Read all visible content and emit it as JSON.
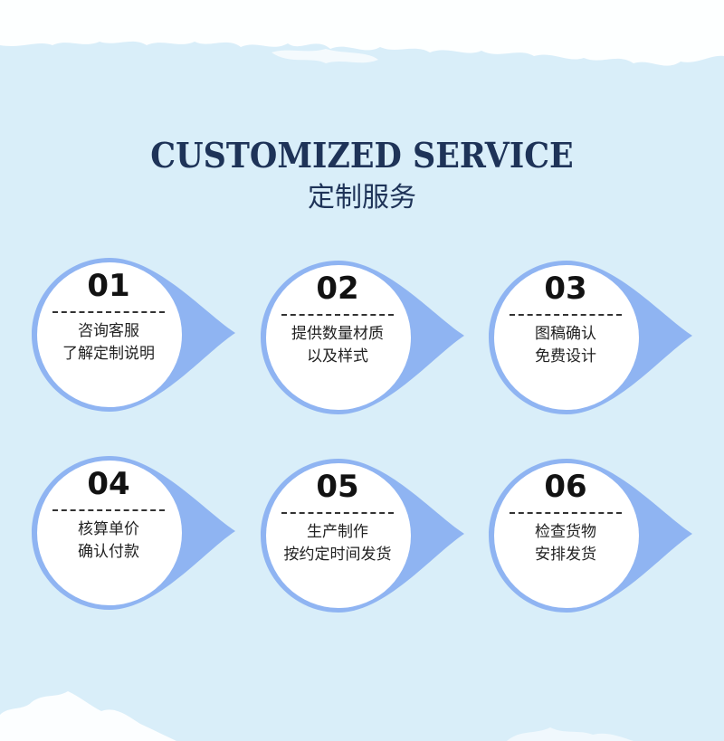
{
  "title_en": "CUSTOMIZED SERVICE",
  "title_zh": "定制服务",
  "colors": {
    "background": "#d9eef9",
    "ring": "#8fb4f2",
    "title": "#1e3358",
    "circle": "#ffffff"
  },
  "steps": [
    {
      "num": "01",
      "line1": "咨询客服",
      "line2": "了解定制说明"
    },
    {
      "num": "02",
      "line1": "提供数量材质",
      "line2": "以及样式"
    },
    {
      "num": "03",
      "line1": "图稿确认",
      "line2": "免费设计"
    },
    {
      "num": "04",
      "line1": "核算单价",
      "line2": "确认付款"
    },
    {
      "num": "05",
      "line1": "生产制作",
      "line2": "按约定时间发货"
    },
    {
      "num": "06",
      "line1": "检查货物",
      "line2": "安排发货"
    }
  ]
}
